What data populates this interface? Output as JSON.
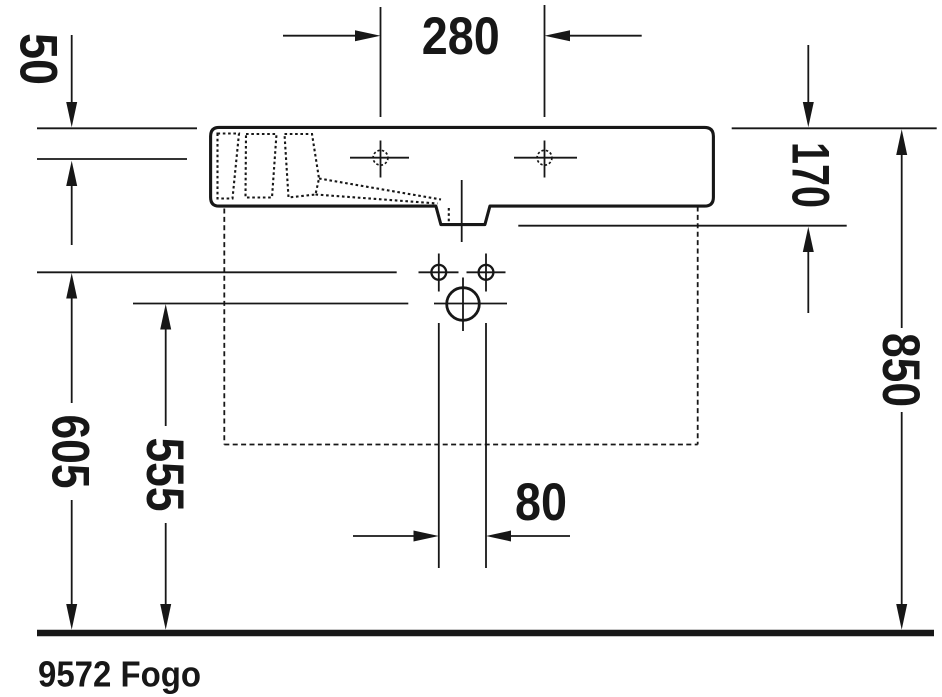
{
  "drawing": {
    "title": "9572 Fogo",
    "type": "sanitary-ware installation drawing, side section with mounting heights",
    "dimensions": {
      "tap_hole_spacing": "280",
      "deck_thickness": "50",
      "basin_body_depth": "170",
      "total_height": "850",
      "fixing_holes_height": "605",
      "drain_hole_height": "555",
      "fixing_hole_spacing": "80"
    },
    "colors": {
      "ink": "#171717",
      "background": "#ffffff"
    }
  }
}
